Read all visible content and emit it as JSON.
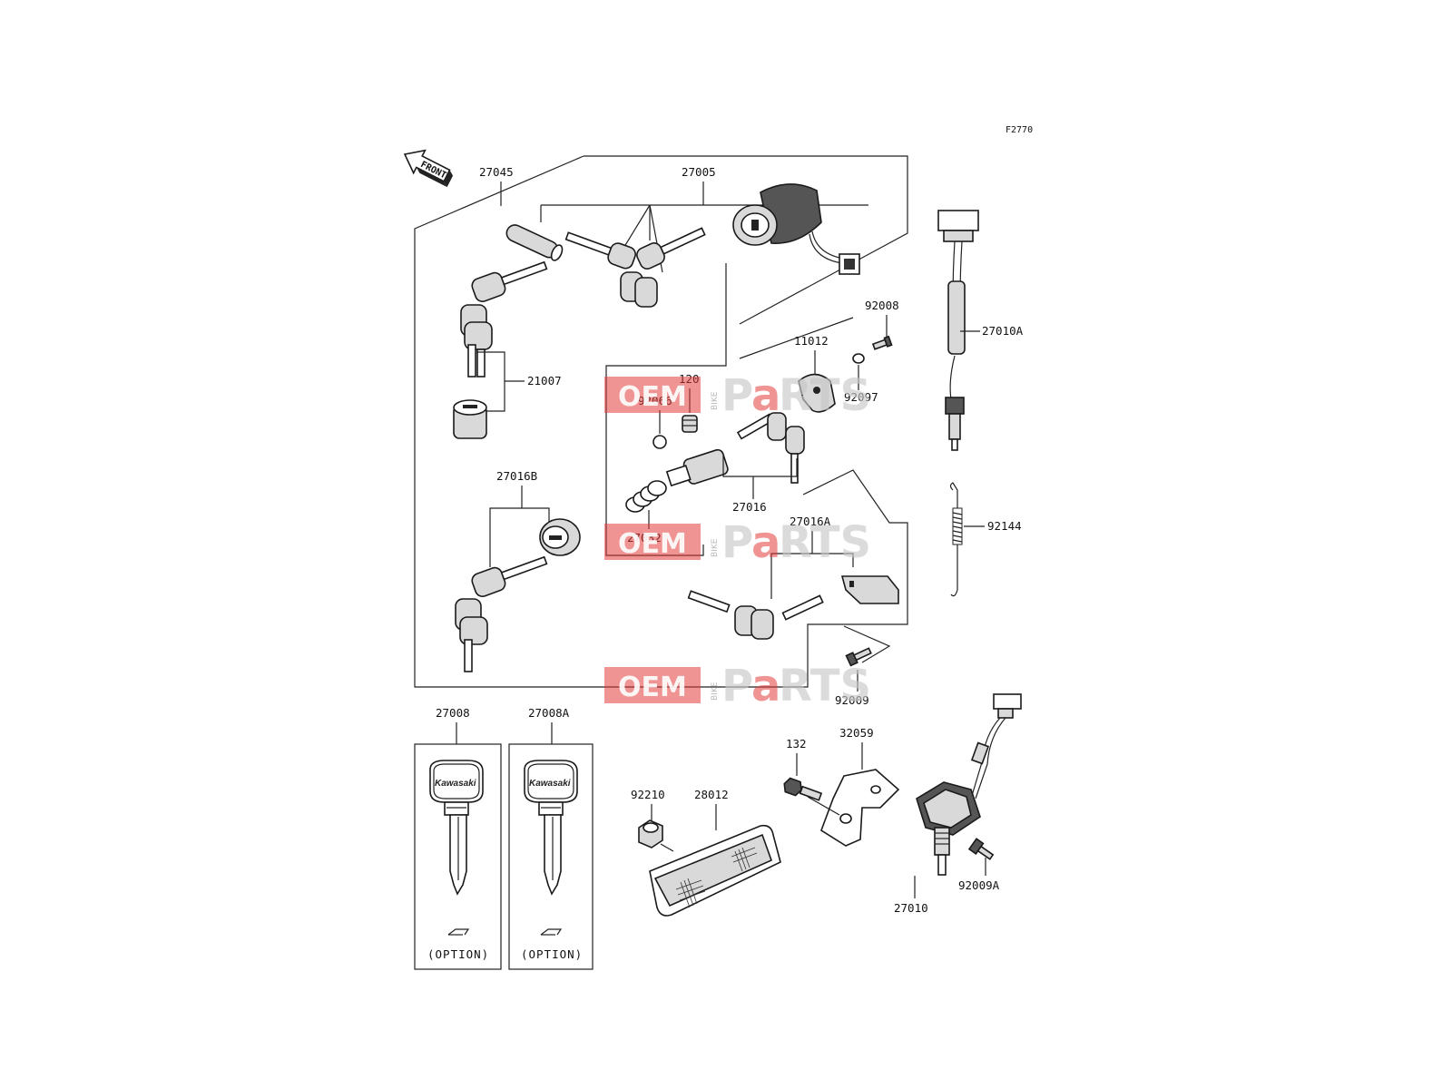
{
  "figure": {
    "code": "F2770",
    "front_label": "FRONT",
    "key_brand": "Kawasaki"
  },
  "watermark": {
    "left": "OEM",
    "side": "BIKE",
    "right_p": "P",
    "right_a": "a",
    "right_rts": "RTS"
  },
  "parts": {
    "p27045": "27045",
    "p27005": "27005",
    "p21007": "21007",
    "p92008": "92008",
    "p11012": "11012",
    "p120": "120",
    "p92066": "92066",
    "p92097": "92097",
    "p27010A": "27010A",
    "p27016B": "27016B",
    "p27016": "27016",
    "p27016A": "27016A",
    "p27032": "27032",
    "p92144": "92144",
    "p92009": "92009",
    "p27008": "27008",
    "p27008A": "27008A",
    "p132": "132",
    "p32059": "32059",
    "p92210": "92210",
    "p28012": "28012",
    "p92009A": "92009A",
    "p27010": "27010"
  },
  "option_label": "(OPTION)"
}
